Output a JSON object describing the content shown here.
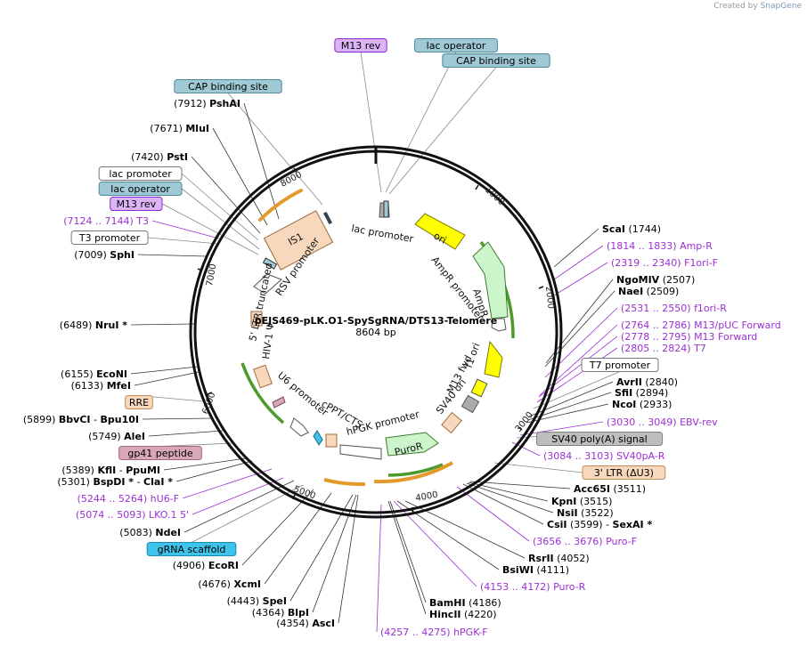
{
  "credit": {
    "prefix": "Created by",
    "brand": "SnapGene"
  },
  "plasmid": {
    "name": "pEJS469-pLK.O1-SpySgRNA/DTS13-Telomere",
    "size": "8604 bp",
    "length": 8604
  },
  "colors": {
    "enzyme_line": "#333333",
    "primer": "#9a2fd4",
    "feature_line": "#888888"
  },
  "ruler_labels": [
    "1000",
    "2000",
    "3000",
    "4000",
    "5000",
    "6000",
    "7000",
    "8000"
  ],
  "labels": [
    {
      "kind": "feature",
      "text": "M13 rev",
      "bg": "#dcb4f5",
      "border": "#8a2bd1"
    },
    {
      "kind": "feature",
      "text": "lac operator",
      "bg": "#9fc9d4",
      "border": "#4a8a9a"
    },
    {
      "kind": "feature",
      "text": "CAP binding site",
      "bg": "#9fc9d4",
      "border": "#4a8a9a"
    },
    {
      "kind": "feature",
      "text": "CAP binding site",
      "bg": "#9fc9d4",
      "border": "#4a8a9a"
    },
    {
      "kind": "enzyme",
      "pos": "(7912)",
      "name": "PshAI"
    },
    {
      "kind": "enzyme",
      "pos": "(7671)",
      "name": "MluI"
    },
    {
      "kind": "enzyme",
      "pos": "(7420)",
      "name": "PstI"
    },
    {
      "kind": "feature",
      "text": "lac promoter",
      "bg": "#ffffff",
      "border": "#777777"
    },
    {
      "kind": "feature",
      "text": "lac operator",
      "bg": "#9fc9d4",
      "border": "#4a8a9a"
    },
    {
      "kind": "feature",
      "text": "M13 rev",
      "bg": "#dcb4f5",
      "border": "#8a2bd1"
    },
    {
      "kind": "primer",
      "pos": "(7124 .. 7144)",
      "name": "T3"
    },
    {
      "kind": "feature",
      "text": "T3 promoter",
      "bg": "#ffffff",
      "border": "#777777"
    },
    {
      "kind": "enzyme",
      "pos": "(7009)",
      "name": "SphI"
    },
    {
      "kind": "enzyme",
      "pos": "(6489)",
      "name": "NruI *"
    },
    {
      "kind": "enzyme",
      "pos": "(6155)",
      "name": "EcoNI"
    },
    {
      "kind": "enzyme",
      "pos": "(6133)",
      "name": "MfeI"
    },
    {
      "kind": "feature",
      "text": "RRE",
      "bg": "#f7d8bc",
      "border": "#c08a5a"
    },
    {
      "kind": "enzyme2",
      "pos": "(5899)",
      "name": "BbvCI",
      "sep": "-",
      "name2": "Bpu10I"
    },
    {
      "kind": "enzyme",
      "pos": "(5749)",
      "name": "AleI"
    },
    {
      "kind": "feature",
      "text": "gp41 peptide",
      "bg": "#d9a7b8",
      "border": "#a06a7a"
    },
    {
      "kind": "enzyme2",
      "pos": "(5389)",
      "name": "KflI",
      "sep": "-",
      "name2": "PpuMI"
    },
    {
      "kind": "enzyme2",
      "pos": "(5301)",
      "name": "BspDI *",
      "sep": "-",
      "name2": "ClaI *"
    },
    {
      "kind": "primer",
      "pos": "(5244 .. 5264)",
      "name": "hU6-F"
    },
    {
      "kind": "primer",
      "pos": "(5074 .. 5093)",
      "name": "LKO.1 5'"
    },
    {
      "kind": "enzyme",
      "pos": "(5083)",
      "name": "NdeI"
    },
    {
      "kind": "feature",
      "text": "gRNA scaffold",
      "bg": "#3ec3ea",
      "border": "#1a8ab0"
    },
    {
      "kind": "enzyme",
      "pos": "(4906)",
      "name": "EcoRI"
    },
    {
      "kind": "enzyme",
      "pos": "(4676)",
      "name": "XcmI"
    },
    {
      "kind": "enzyme",
      "pos": "(4443)",
      "name": "SpeI"
    },
    {
      "kind": "enzyme",
      "pos": "(4364)",
      "name": "BlpI"
    },
    {
      "kind": "enzyme",
      "pos": "(4354)",
      "name": "AscI"
    },
    {
      "kind": "primer",
      "pos": "(4257 .. 4275)",
      "name": "hPGK-F"
    },
    {
      "kind": "enzyme",
      "pos": "(4220)",
      "name": "HincII"
    },
    {
      "kind": "enzyme",
      "pos": "(4186)",
      "name": "BamHI"
    },
    {
      "kind": "primer",
      "pos": "(4153 .. 4172)",
      "name": "Puro-R"
    },
    {
      "kind": "enzyme",
      "pos": "(4111)",
      "name": "BsiWI"
    },
    {
      "kind": "enzyme",
      "pos": "(4052)",
      "name": "RsrII"
    },
    {
      "kind": "primer",
      "pos": "(3656 .. 3676)",
      "name": "Puro-F"
    },
    {
      "kind": "enzyme2",
      "pos": "(3599)",
      "name": "CsiI",
      "sep": "-",
      "name2": "SexAI *"
    },
    {
      "kind": "enzyme",
      "pos": "(3522)",
      "name": "NsiI"
    },
    {
      "kind": "enzyme",
      "pos": "(3515)",
      "name": "KpnI"
    },
    {
      "kind": "enzyme",
      "pos": "(3511)",
      "name": "Acc65I"
    },
    {
      "kind": "feature",
      "text": "3' LTR (ΔU3)",
      "bg": "#f7d8bc",
      "border": "#c08a5a"
    },
    {
      "kind": "primer",
      "pos": "(3084 .. 3103)",
      "name": "SV40pA-R"
    },
    {
      "kind": "feature",
      "text": "SV40 poly(A) signal",
      "bg": "#bdbdbd",
      "border": "#808080"
    },
    {
      "kind": "primer",
      "pos": "(3030 .. 3049)",
      "name": "EBV-rev"
    },
    {
      "kind": "enzyme",
      "pos": "(2933)",
      "name": "NcoI"
    },
    {
      "kind": "enzyme",
      "pos": "(2894)",
      "name": "SfiI"
    },
    {
      "kind": "enzyme",
      "pos": "(2840)",
      "name": "AvrII"
    },
    {
      "kind": "feature",
      "text": "T7 promoter",
      "bg": "#ffffff",
      "border": "#777777"
    },
    {
      "kind": "primer",
      "pos": "(2805 .. 2824)",
      "name": "T7"
    },
    {
      "kind": "primer",
      "pos": "(2778 .. 2795)",
      "name": "M13 Forward"
    },
    {
      "kind": "primer",
      "pos": "(2764 .. 2786)",
      "name": "M13/pUC Forward"
    },
    {
      "kind": "primer",
      "pos": "(2531 .. 2550)",
      "name": "f1ori-R"
    },
    {
      "kind": "enzyme",
      "pos": "(2509)",
      "name": "NaeI"
    },
    {
      "kind": "enzyme",
      "pos": "(2507)",
      "name": "NgoMIV"
    },
    {
      "kind": "primer",
      "pos": "(2319 .. 2340)",
      "name": "F1ori-F"
    },
    {
      "kind": "primer",
      "pos": "(1814 .. 1833)",
      "name": "Amp-R"
    },
    {
      "kind": "enzyme",
      "pos": "(1744)",
      "name": "ScaI"
    }
  ],
  "inner_labels": [
    "lac promoter",
    "ori",
    "AmpR promoter",
    "AmpR",
    "f1 ori",
    "M13 fwd",
    "SV40 ori",
    "PuroR",
    "hPGK promoter",
    "cPPT/CTS",
    "U6 promoter",
    "5' LTR truncated",
    "RSV promoter",
    "IS1",
    "HIV-1 Ψ"
  ]
}
